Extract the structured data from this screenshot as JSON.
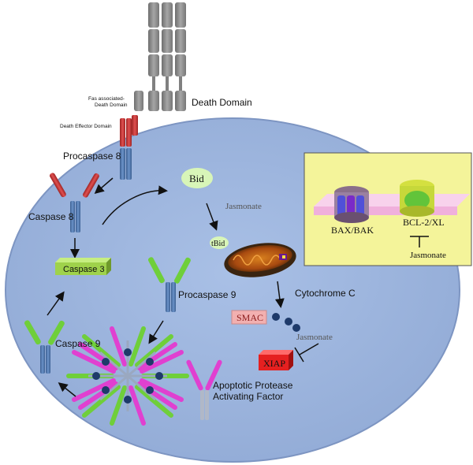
{
  "labels": {
    "death_domain": "Death Domain",
    "fas_associated": "Fas associated-",
    "death_domain_small": "Death Domain",
    "death_effector_domain": "Death Effector Domain",
    "procaspase8": "Procaspase 8",
    "caspase8": "Caspase 8",
    "bid": "Bid",
    "jasmonate_bid": "Jasmonate",
    "tbid": "tBid",
    "caspase3": "Caspase 3",
    "procaspase9": "Procaspase 9",
    "cytochrome_c": "Cytochrome C",
    "smac": "SMAC",
    "jasmonate_xiap": "Jasmonate",
    "xiap": "XIAP",
    "caspase9": "Caspase 9",
    "apaf_line1": "Apoptotic Protease",
    "apaf_line2": "Activating Factor"
  },
  "inset": {
    "bax_bak": "BAX/BAK",
    "bcl2_xl": "BCL-2/XL",
    "jasmonate": "Jasmonate"
  },
  "colors": {
    "cell": "#9db4dc",
    "cell_border": "#7d95c2",
    "receptor": "#8c8c8c",
    "red_domain": "#c83a3a",
    "antibody_blue": "#4a72a8",
    "green_arm": "#6fcf3a",
    "magenta_arm": "#e040d0",
    "inset_bg": "#f4f49a",
    "membrane": "#f4c6e6",
    "xiap": "#e52020",
    "smac_bg": "#f2b0b0",
    "caspase3_bg": "#9fd24b"
  }
}
